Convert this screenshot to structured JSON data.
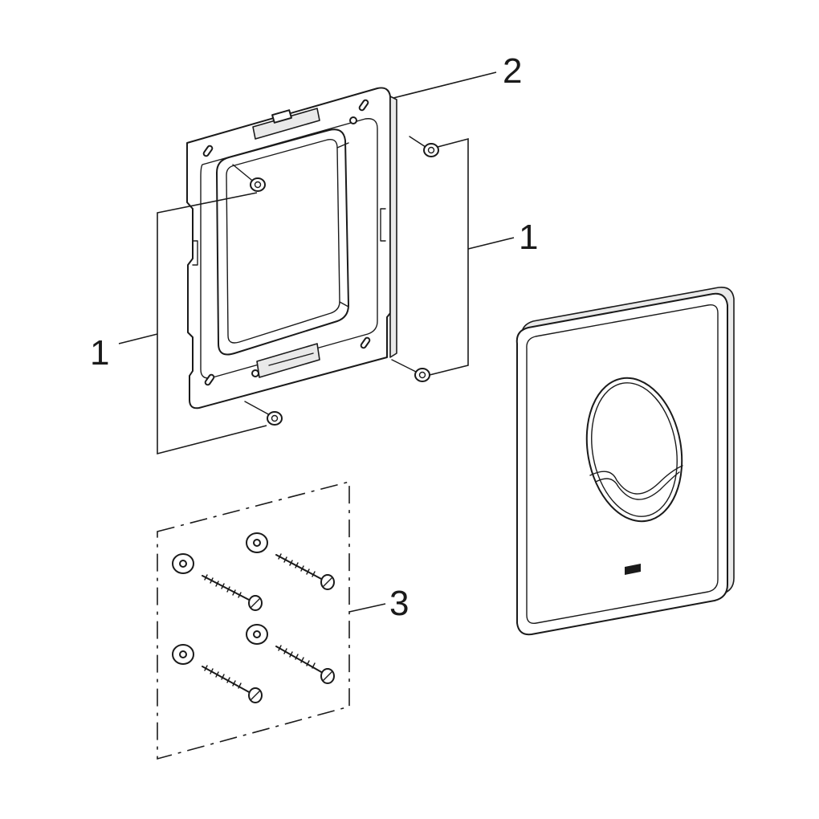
{
  "callouts": {
    "frame_screws_left": "1",
    "frame_screws_right": "1",
    "mounting_frame": "2",
    "wall_fixing_set": "3"
  }
}
